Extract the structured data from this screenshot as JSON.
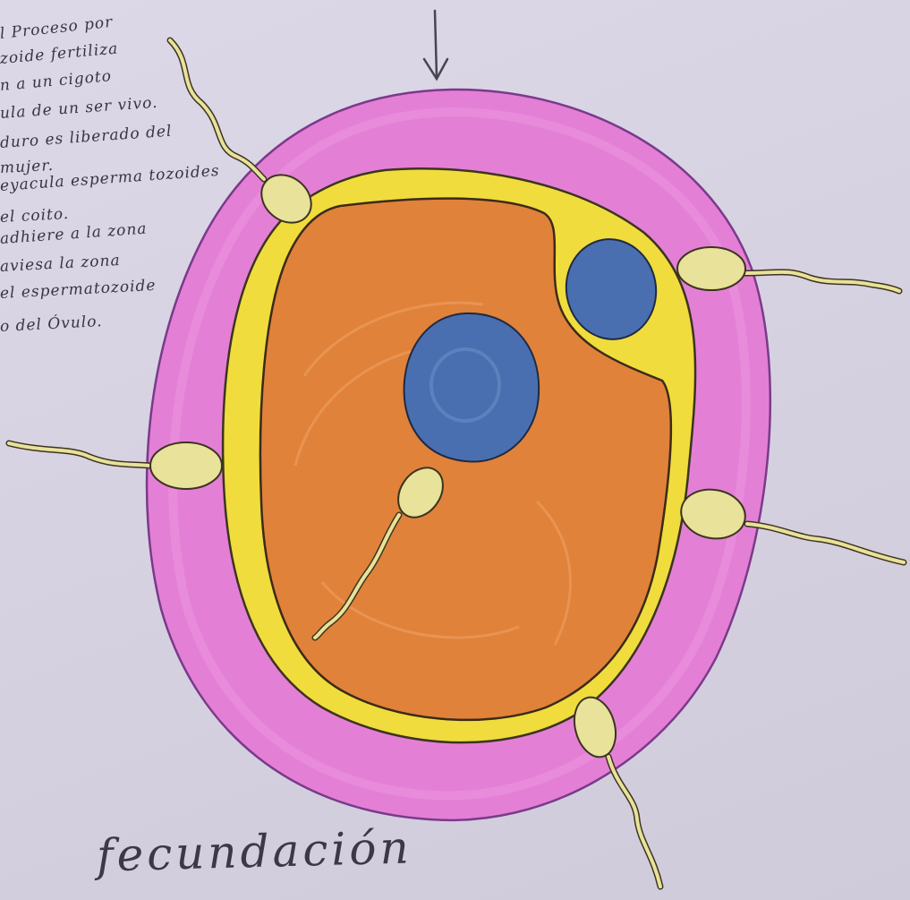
{
  "notes": {
    "line1": "l Proceso por",
    "line2": "zoide fertiliza",
    "line3": "n a un cigoto",
    "line4": "ula de un ser vivo.",
    "line5": "duro es liberado del",
    "line6": "mujer.",
    "line7": "eyacula esperma tozoides",
    "line8": "el coito.",
    "line9": "adhiere a la zona",
    "line10": "aviesa la zona",
    "line11": "el espermatozoide",
    "line12": "o del Óvulo."
  },
  "title": "fecundación",
  "colors": {
    "paper": "#d8d4e4",
    "zona_pellucida": "#e47fd6",
    "membrane": "#f0dc3c",
    "cytoplasm": "#e0823a",
    "nucleus": "#4a6fb0",
    "sperm": "#e8e29a",
    "ink": "#3a3440"
  }
}
